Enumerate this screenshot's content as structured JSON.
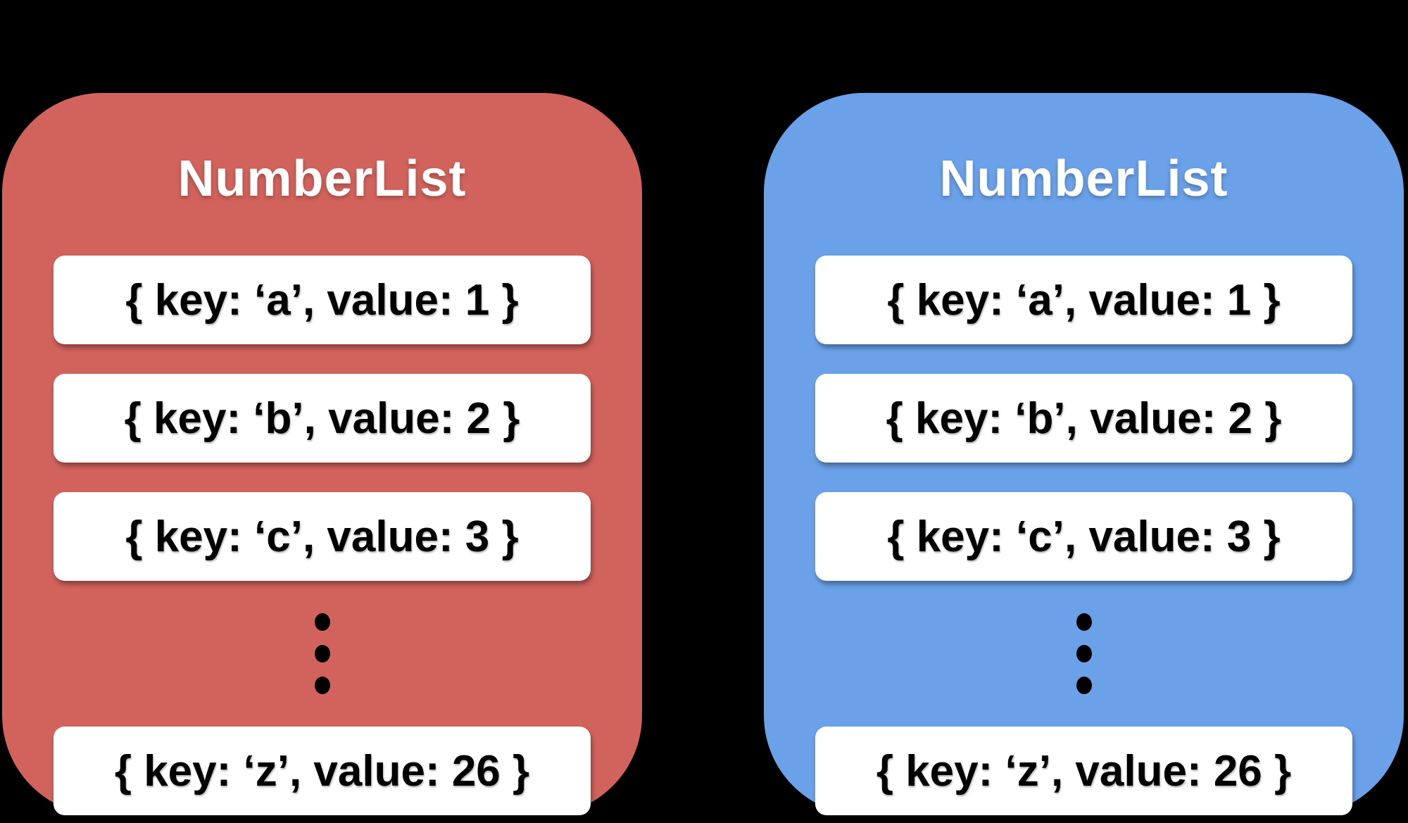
{
  "canvas": {
    "background_color": "#000000"
  },
  "cards": [
    {
      "title": "NumberList",
      "color": "#d2625c",
      "rows": [
        "{ key: ‘a’, value: 1 }",
        "{ key: ‘b’, value: 2 }",
        "{ key: ‘c’, value: 3 }",
        "{ key: ‘z’, value: 26 }"
      ],
      "ellipsis_dot_count": 3
    },
    {
      "title": "NumberList",
      "color": "#6aa1e9",
      "rows": [
        "{ key: ‘a’, value: 1 }",
        "{ key: ‘b’, value: 2 }",
        "{ key: ‘c’, value: 3 }",
        "{ key: ‘z’, value: 26 }"
      ],
      "ellipsis_dot_count": 3
    }
  ]
}
